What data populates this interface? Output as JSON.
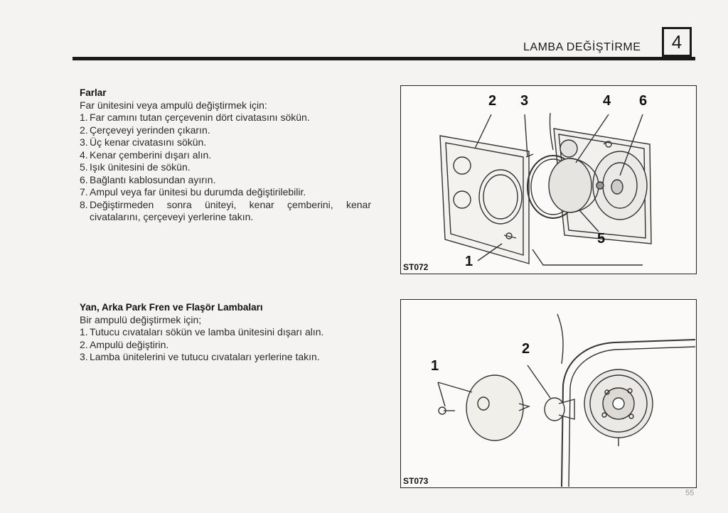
{
  "header": {
    "title": "LAMBA DEĞİŞTİRME",
    "chapter": "4"
  },
  "section1": {
    "title": "Farlar",
    "intro": "Far ünitesini veya ampulü değiştirmek için:",
    "steps": [
      {
        "num": "1.",
        "text": "Far camını tutan çerçevenin dört civatasını sökün."
      },
      {
        "num": "2.",
        "text": "Çerçeveyi yerinden çıkarın."
      },
      {
        "num": "3.",
        "text": "Üç kenar civatasını sökün."
      },
      {
        "num": "4.",
        "text": "Kenar çemberini dışarı alın."
      },
      {
        "num": "5.",
        "text": "Işık ünitesini de sökün."
      },
      {
        "num": "6.",
        "text": "Bağlantı kablosundan ayırın."
      },
      {
        "num": "7.",
        "text": "Ampul veya far ünitesi bu durumda değiştirilebilir."
      },
      {
        "num": "8.",
        "text": "Değiştirmeden sonra üniteyi, kenar çemberini, kenar civatalarını, çerçeveyi yerlerine takın."
      }
    ]
  },
  "section2": {
    "title": "Yan, Arka Park Fren ve Flaşör Lambaları",
    "intro": "Bir ampulü değiştirmek için;",
    "steps": [
      {
        "num": "1.",
        "text": "Tutucu cıvataları sökün ve lamba ünitesini dışarı alın."
      },
      {
        "num": "2.",
        "text": "Ampulü değiştirin."
      },
      {
        "num": "3.",
        "text": "Lamba ünitelerini ve tutucu cıvataları yerlerine takın."
      }
    ]
  },
  "figure1": {
    "code": "ST072",
    "callouts": {
      "c1": "1",
      "c2": "2",
      "c3": "3",
      "c4": "4",
      "c5": "5",
      "c6": "6"
    }
  },
  "figure2": {
    "code": "ST073",
    "callouts": {
      "c1": "1",
      "c2": "2"
    }
  },
  "page_number": "55"
}
